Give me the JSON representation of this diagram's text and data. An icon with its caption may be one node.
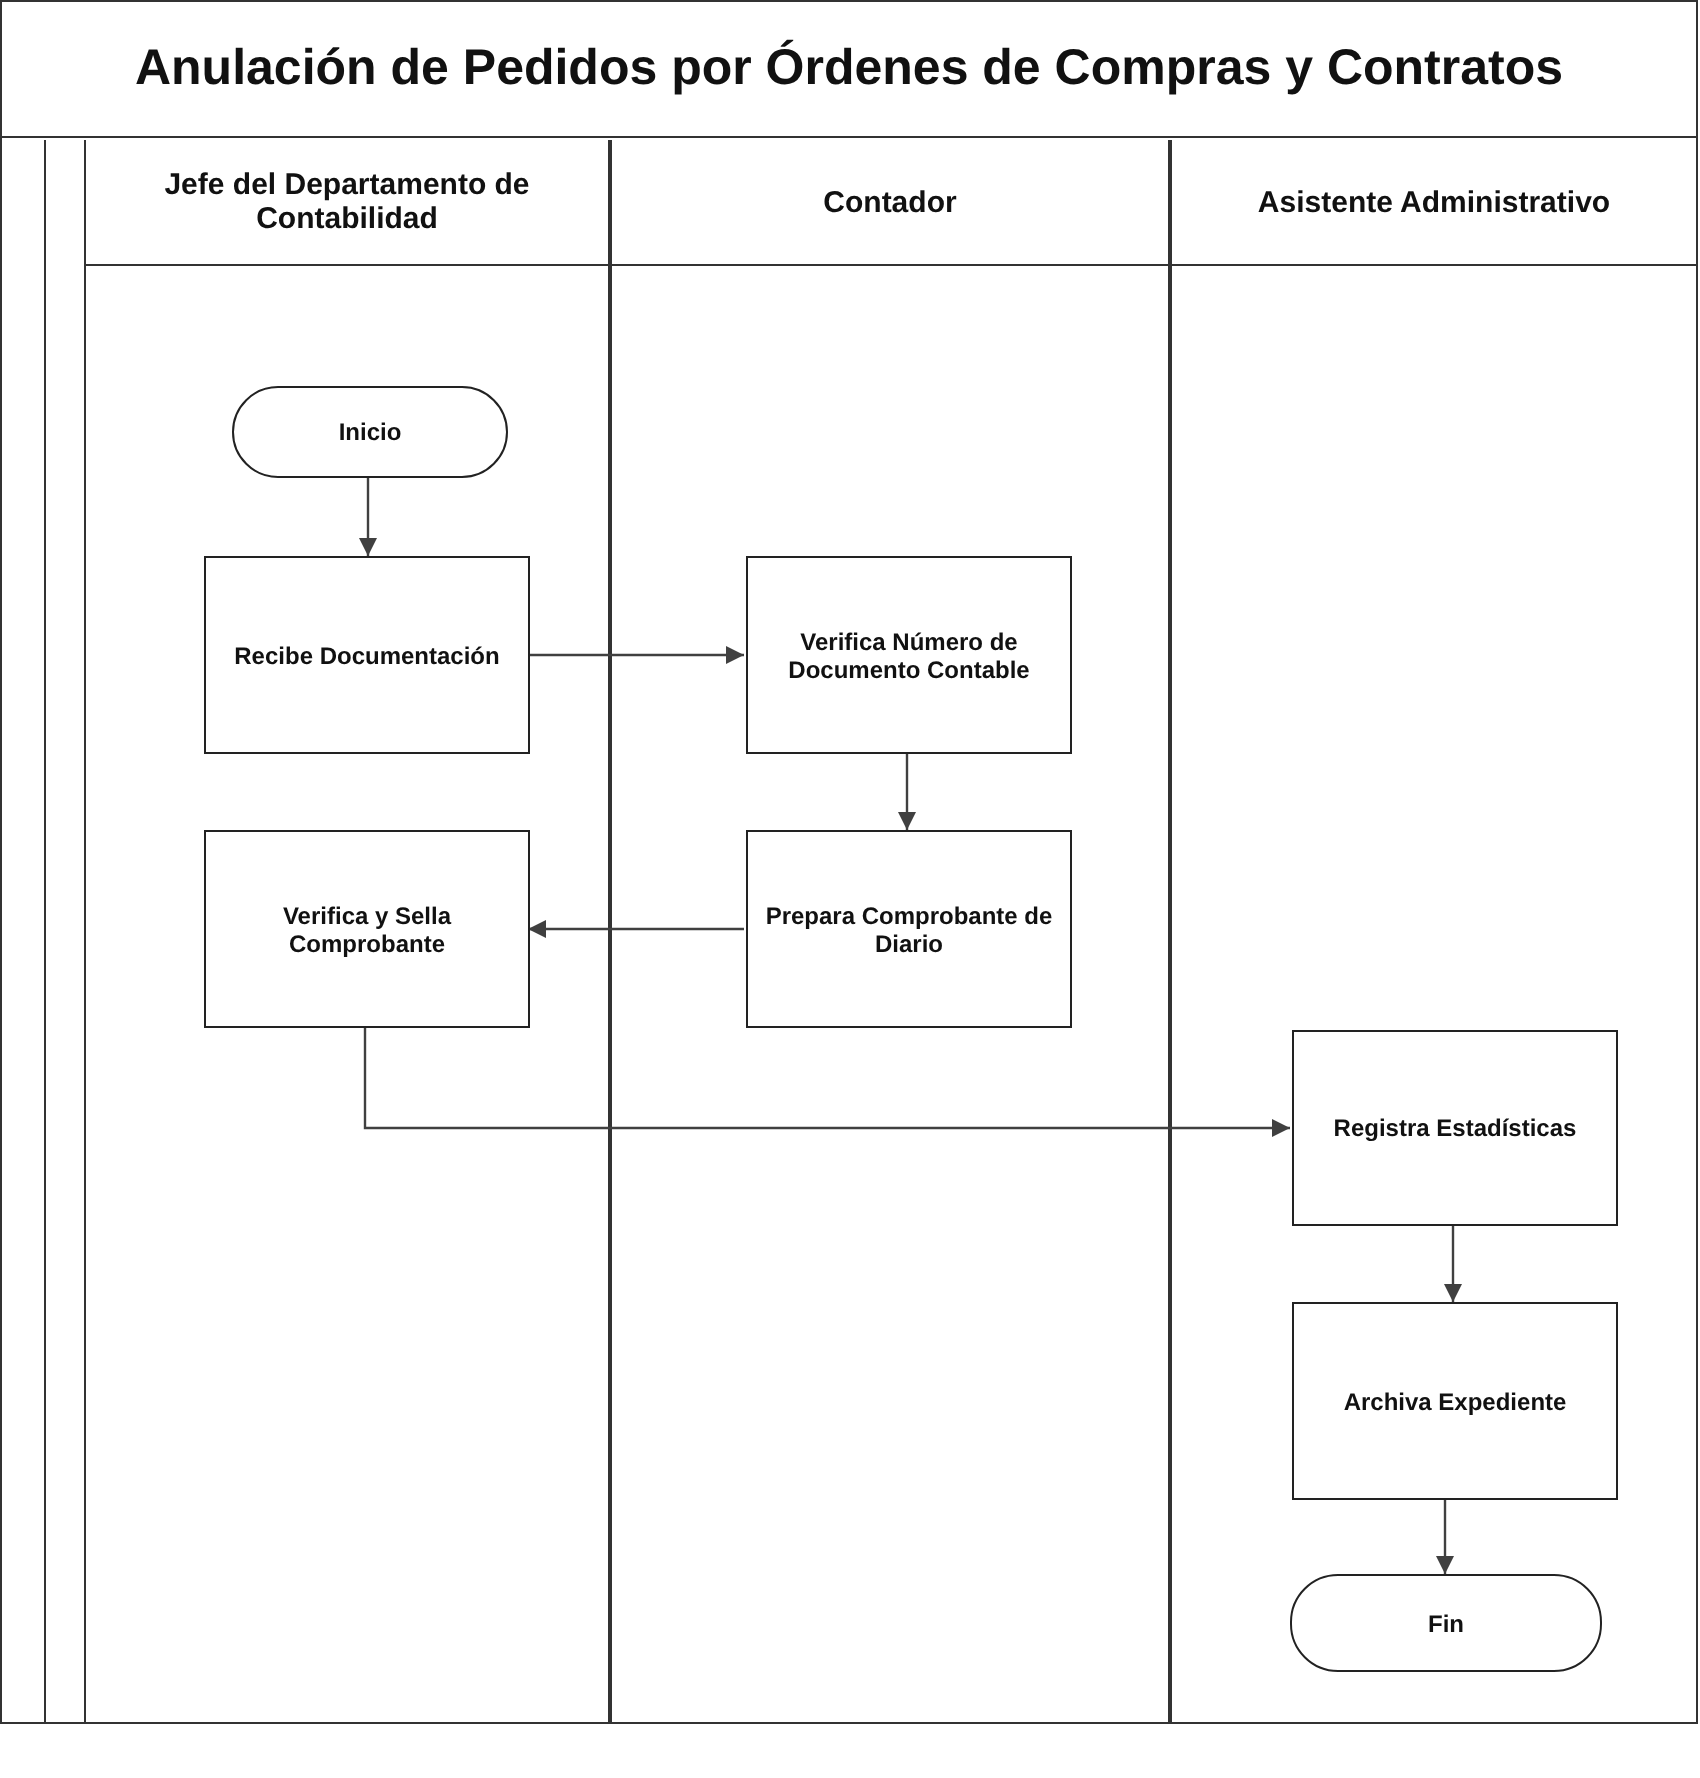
{
  "diagram": {
    "title": "Anulación de Pedidos por Órdenes de Compras y Contratos",
    "nodes": [
      {
        "text": [
          "Jefe del Departamento de Contabilidad"
        ]
      },
      {
        "text": [
          "Contador"
        ]
      },
      {
        "text": [
          "Asistente Administrativo"
        ]
      },
      {
        "text": [
          "Inicio"
        ],
        "in": 0
      },
      {
        "text": [
          "Recibe Documentación"
        ],
        "in": 0
      },
      {
        "text": [
          "Verifica Número de Documento Contable"
        ],
        "in": 1
      },
      {
        "text": [
          "Prepara Comprobante de Diario"
        ],
        "in": 1
      },
      {
        "text": [
          "Verifica y Sella Comprobante"
        ],
        "in": 0
      },
      {
        "text": [
          "Registra Estadísticas"
        ],
        "in": 2
      },
      {
        "text": [
          "Archiva Expediente"
        ],
        "in": 2
      },
      {
        "text": [
          "Fin"
        ],
        "in": 2
      }
    ],
    "edges": [
      {
        "from": 3,
        "to": 4,
        "arrow": "to"
      },
      {
        "from": 4,
        "to": 5,
        "arrow": "to"
      },
      {
        "from": 5,
        "to": 6,
        "arrow": "to"
      },
      {
        "from": 6,
        "to": 7,
        "arrow": "to"
      },
      {
        "from": 7,
        "to": 8,
        "arrow": "to"
      },
      {
        "from": 8,
        "to": 9,
        "arrow": "to"
      },
      {
        "from": 9,
        "to": 10,
        "arrow": "to"
      }
    ]
  }
}
